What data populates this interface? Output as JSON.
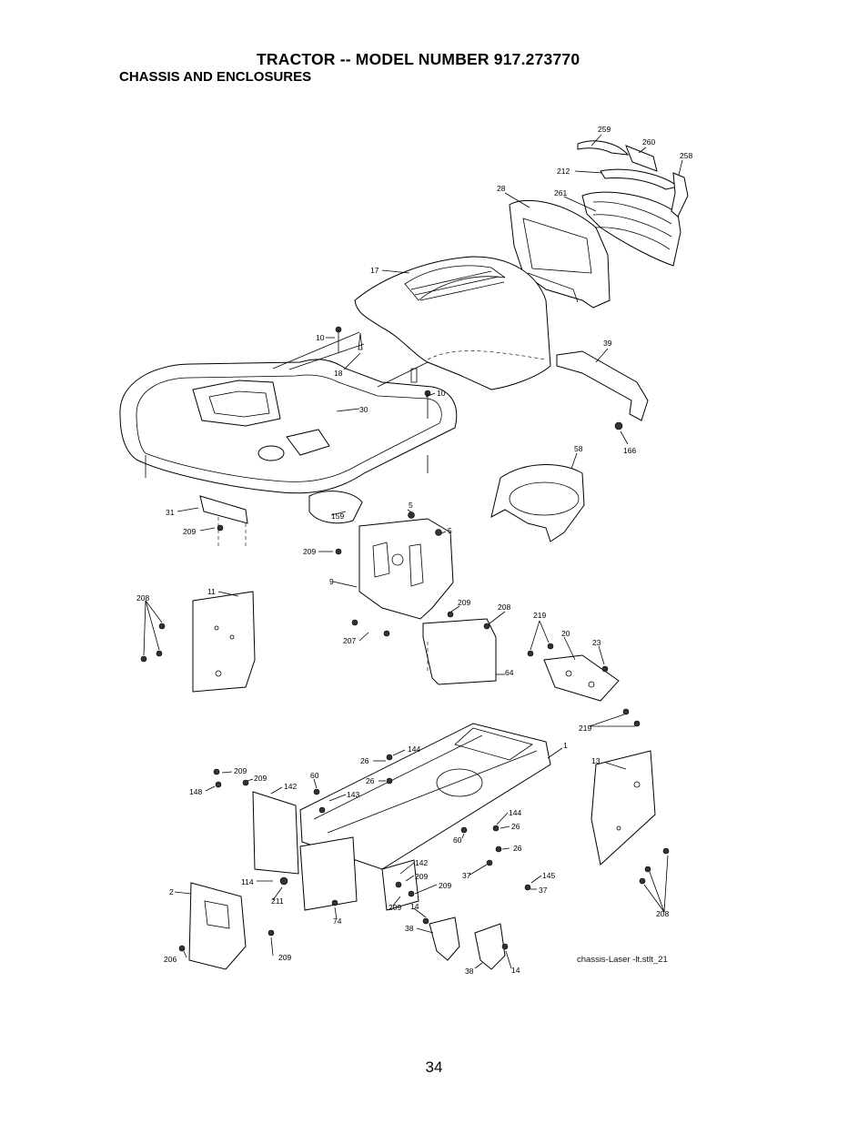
{
  "header": {
    "title": "TRACTOR -- MODEL NUMBER 917.273770",
    "subtitle": "CHASSIS AND ENCLOSURES"
  },
  "diagram": {
    "reference": "chassis-Laser -lt.stlt_21",
    "callouts": [
      "259",
      "260",
      "258",
      "212",
      "28",
      "261",
      "17",
      "10",
      "18",
      "39",
      "10",
      "30",
      "166",
      "58",
      "31",
      "209",
      "159",
      "5",
      "5",
      "209",
      "9",
      "11",
      "208",
      "209",
      "208",
      "219",
      "20",
      "23",
      "207",
      "64",
      "219",
      "144",
      "1",
      "26",
      "13",
      "209",
      "209",
      "60",
      "26",
      "142",
      "143",
      "148",
      "144",
      "26",
      "60",
      "26",
      "142",
      "145",
      "209",
      "209",
      "37",
      "114",
      "37",
      "2",
      "211",
      "209",
      "14",
      "74",
      "208",
      "38",
      "206",
      "209",
      "38",
      "14"
    ]
  },
  "footer": {
    "page_number": "34"
  }
}
